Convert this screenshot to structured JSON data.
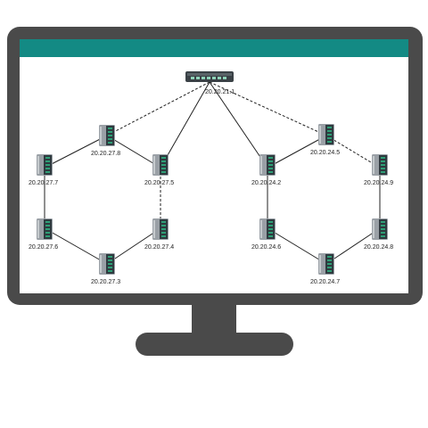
{
  "colors": {
    "frame": "#4a4a4a",
    "header": "#138a84",
    "screen": "#ffffff",
    "link": "#222222",
    "device_body": "#9aa0a6",
    "device_front": "#2f3a3f",
    "device_accent": "#2e9e76"
  },
  "core_switch": {
    "label": "20.20.21.1"
  },
  "nodes": [
    {
      "id": "n278",
      "label": "20.20.27.8",
      "kind": "device-icon"
    },
    {
      "id": "n277",
      "label": "20.20.27.7",
      "kind": "device-icon"
    },
    {
      "id": "n275",
      "label": "20.20.27.5",
      "kind": "device-icon"
    },
    {
      "id": "n276",
      "label": "20.20.27.6",
      "kind": "device-icon"
    },
    {
      "id": "n274",
      "label": "20.20.27.4",
      "kind": "device-icon"
    },
    {
      "id": "n273",
      "label": "20.20.27.3",
      "kind": "device-icon"
    },
    {
      "id": "n245",
      "label": "20.20.24.5",
      "kind": "device-icon"
    },
    {
      "id": "n242",
      "label": "20.20.24.2",
      "kind": "device-icon"
    },
    {
      "id": "n249",
      "label": "20.20.24.9",
      "kind": "device-icon"
    },
    {
      "id": "n246",
      "label": "20.20.24.6",
      "kind": "device-icon"
    },
    {
      "id": "n248",
      "label": "20.20.24.8",
      "kind": "device-icon"
    },
    {
      "id": "n247",
      "label": "20.20.24.7",
      "kind": "device-icon"
    }
  ],
  "links": [
    {
      "from": "core",
      "to": "n278",
      "style": "dashed"
    },
    {
      "from": "core",
      "to": "n275",
      "style": "solid"
    },
    {
      "from": "core",
      "to": "n242",
      "style": "solid"
    },
    {
      "from": "core",
      "to": "n245",
      "style": "dashed"
    },
    {
      "from": "n278",
      "to": "n277",
      "style": "solid"
    },
    {
      "from": "n278",
      "to": "n275",
      "style": "solid"
    },
    {
      "from": "n277",
      "to": "n276",
      "style": "solid"
    },
    {
      "from": "n276",
      "to": "n273",
      "style": "solid"
    },
    {
      "from": "n273",
      "to": "n274",
      "style": "solid"
    },
    {
      "from": "n275",
      "to": "n274",
      "style": "dashed"
    },
    {
      "from": "n245",
      "to": "n242",
      "style": "solid"
    },
    {
      "from": "n245",
      "to": "n249",
      "style": "dashed"
    },
    {
      "from": "n242",
      "to": "n246",
      "style": "solid"
    },
    {
      "from": "n246",
      "to": "n247",
      "style": "solid"
    },
    {
      "from": "n247",
      "to": "n248",
      "style": "solid"
    },
    {
      "from": "n249",
      "to": "n248",
      "style": "solid"
    }
  ]
}
